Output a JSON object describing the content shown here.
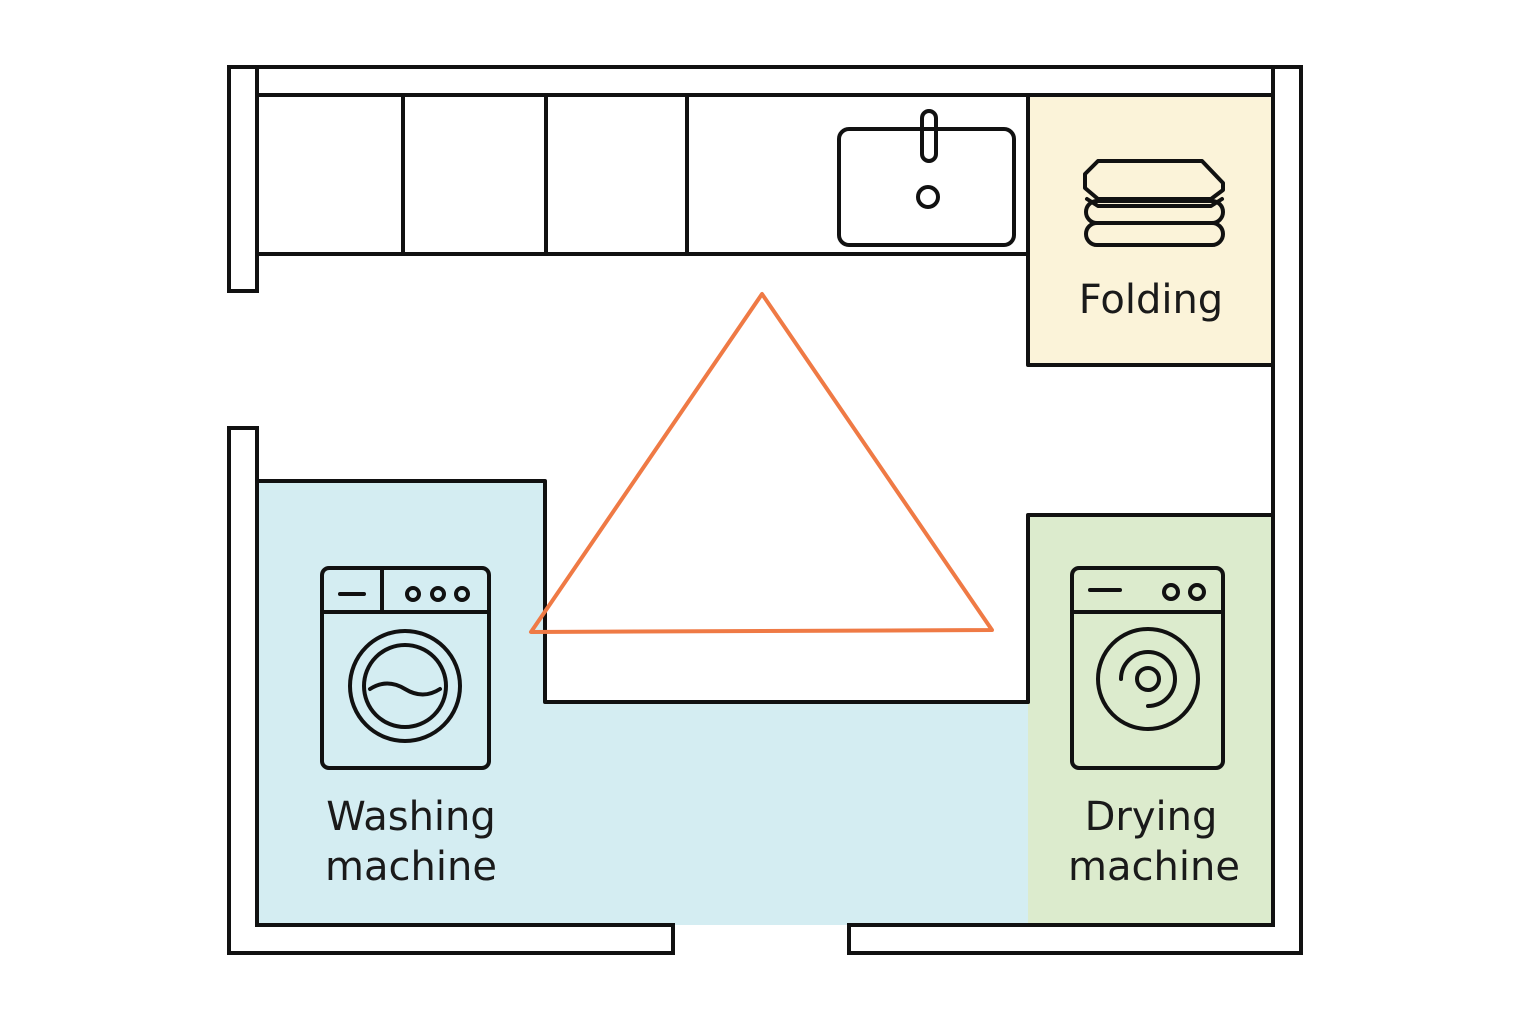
{
  "zones": {
    "folding": {
      "label": "Folding",
      "color": "#fbf3d9"
    },
    "washing": {
      "label_line1": "Washing",
      "label_line2": "machine",
      "color": "#d4edf2"
    },
    "drying": {
      "label_line1": "Drying",
      "label_line2": "machine",
      "color": "#dcebcd"
    }
  },
  "triangle": {
    "color": "#ef7a45"
  },
  "icons": [
    "sink-icon",
    "towel-stack-icon",
    "washing-machine-icon",
    "dryer-icon"
  ]
}
